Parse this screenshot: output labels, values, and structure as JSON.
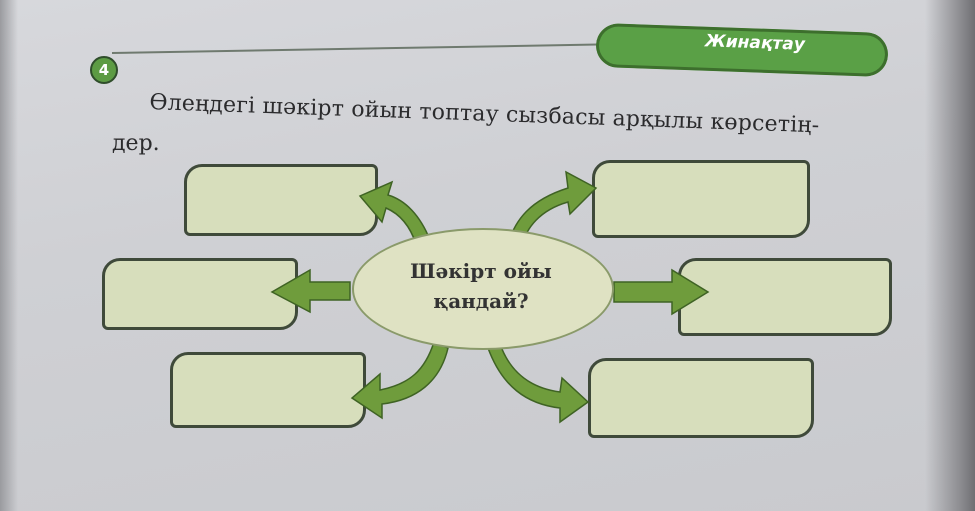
{
  "header": {
    "section_number": "4",
    "section_label": "Жинақтау"
  },
  "task": {
    "line1": "Өлеңдегі шәкірт ойын топтау сызбасы арқылы көрсетің-",
    "line2": "дер."
  },
  "diagram": {
    "center_line1": "Шәкірт ойы",
    "center_line2": "қандай?",
    "colors": {
      "arrow": "#6f9c3c",
      "box": "#d7debc",
      "ellipse": "#dfe2c3"
    }
  }
}
